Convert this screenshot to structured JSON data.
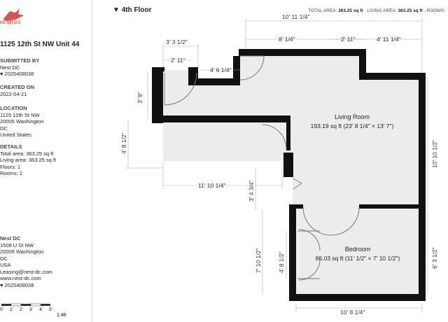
{
  "sidebar": {
    "logo_text": "NEST DC",
    "address": "1125 12th St NW Unit 44",
    "submitted": {
      "heading": "SUBMITTED BY",
      "lines": [
        "Nest DC",
        "2025408038"
      ]
    },
    "created": {
      "heading": "CREATED ON",
      "lines": [
        "2022-04-21"
      ]
    },
    "location": {
      "heading": "LOCATION",
      "lines": [
        "1125 12th St NW",
        "20005 Washington",
        "DC",
        "United States"
      ]
    },
    "details": {
      "heading": "DETAILS",
      "lines": [
        "Total area: 363.25 sq ft",
        "Living area: 363.25 sq ft",
        "Floors: 1",
        "Rooms: 2"
      ]
    },
    "company": {
      "lines": [
        "Nest DC",
        "1508 U St NW",
        "20009 Washington",
        "DC",
        "USA",
        "Leasing@nest-dc.com",
        "www.nest-dc.com",
        "2025408038"
      ]
    },
    "scale": {
      "ticks": [
        "0'",
        "1'",
        "2'",
        "3'",
        "4'",
        "5'"
      ],
      "ratio": "1:46"
    }
  },
  "header": {
    "floor_label": "4th Floor",
    "total_area_label": "TOTAL AREA:",
    "total_area_value": "363.25 sq ft",
    "living_area_label": "LIVING AREA:",
    "living_area_value": "363.25 sq ft",
    "rooms_label": "ROOMS:"
  },
  "rooms": {
    "living": {
      "name": "Living Room",
      "area": "193.19 sq ft (23' 8 1/4\" × 13' 7\")"
    },
    "bedroom": {
      "name": "Bedroom",
      "area": "86.03 sq ft (11' 1/2\" × 7' 10 1/2\")"
    }
  },
  "dimensions": {
    "top_overall": "10' 11 1/4\"",
    "top_8": "8' 1/4\"",
    "top_2_11_right": "2' 11\"",
    "top_4_11": "4' 11 1/4\"",
    "left_3_3": "3' 3 1/2\"",
    "left_2_11": "2' 11\"",
    "left_4_6": "4' 6 1/4\"",
    "left_3_9": "3' 9\"",
    "left_4_8": "4' 8 1/2\"",
    "mid_11_10": "11' 10 1/4\"",
    "mid_3_4": "3' 4 3/4\"",
    "right_10_10": "10' 10 1/2\"",
    "right_6_3": "6' 3 1/2\"",
    "bed_7_10": "7' 10 1/2\"",
    "bed_4_8": "4' 8 1/2\"",
    "bottom_10_8": "10' 8 1/4\""
  }
}
